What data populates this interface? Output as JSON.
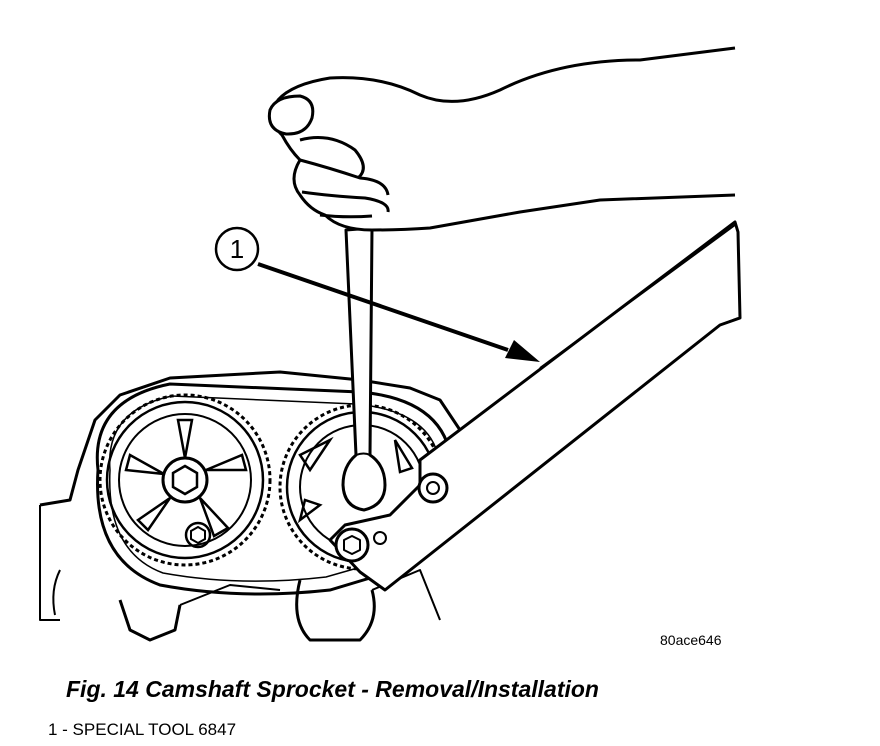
{
  "figure": {
    "id": "80ace646",
    "title": "Fig. 14 Camshaft Sprocket - Removal/Installation",
    "callout": "1",
    "legend": [
      {
        "number": "1",
        "text": "1 - SPECIAL TOOL 6847"
      }
    ]
  },
  "colors": {
    "ink": "#000000",
    "paper": "#ffffff"
  }
}
